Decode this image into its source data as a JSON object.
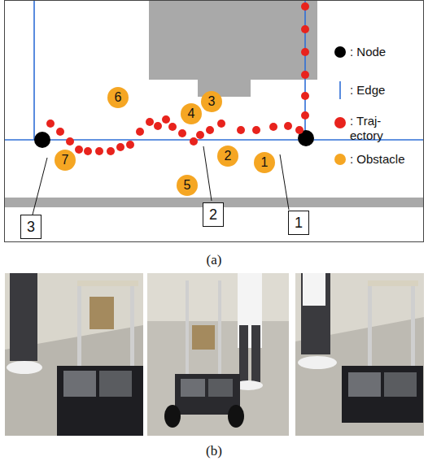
{
  "diagram": {
    "nodes": [
      {
        "text": [
          "6"
        ]
      },
      {
        "text": [
          "3"
        ]
      },
      {
        "text": [
          "4"
        ]
      },
      {
        "text": [
          "2"
        ]
      },
      {
        "text": [
          "7"
        ]
      },
      {
        "text": [
          "1"
        ]
      },
      {
        "text": [
          "5"
        ]
      },
      {
        "text": [
          "2"
        ]
      },
      {
        "text": [
          "1"
        ]
      },
      {
        "text": [
          "3"
        ]
      }
    ],
    "labels": [
      "(a)",
      "(b)"
    ],
    "legend": [
      {
        "text": ": Node",
        "color": "#000000"
      },
      {
        "text": ": Edge"
      },
      {
        "text": ": Traj- ectory",
        "color": "#e8231d"
      },
      {
        "text": ": Obstacle",
        "color": "#f5a623"
      }
    ]
  }
}
